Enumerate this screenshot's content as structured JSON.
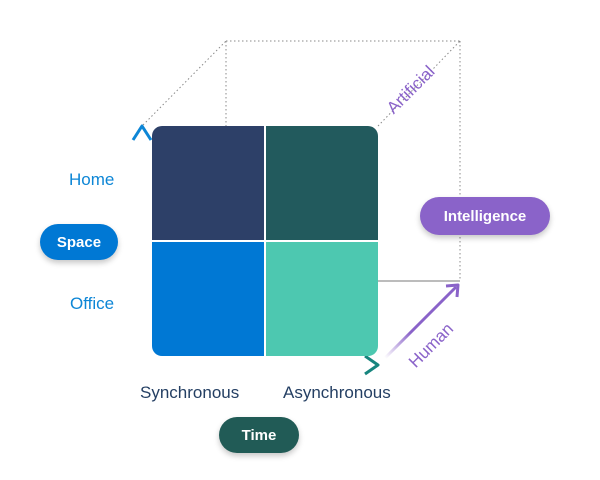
{
  "colors": {
    "cell_top_left": "#2d4068",
    "cell_top_right": "#225a5d",
    "cell_bottom_left": "#0078d4",
    "cell_bottom_right": "#4dc8b0",
    "space_axis": "#0d86d6",
    "time_axis": "#17857e",
    "intelligence_axis": "#8a63c9",
    "space_pill": "#0078d4",
    "time_pill": "#215b56",
    "intelligence_pill": "#8a63c9",
    "label_text": "#243f63",
    "dotted_line": "#8a8a8a"
  },
  "space_axis": {
    "pill_label": "Space",
    "top_label": "Home",
    "bottom_label": "Office"
  },
  "time_axis": {
    "pill_label": "Time",
    "left_label": "Synchronous",
    "right_label": "Asynchronous"
  },
  "intelligence_axis": {
    "pill_label": "Intelligence",
    "upper_label": "Artificial",
    "lower_label": "Human"
  }
}
